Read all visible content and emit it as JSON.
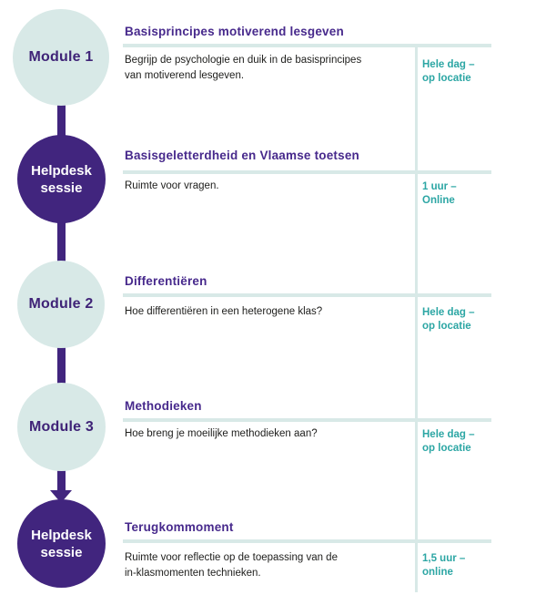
{
  "flow": {
    "nodes": [
      {
        "id": "module-1",
        "type": "module",
        "label": "Module 1"
      },
      {
        "id": "helpdesk-1",
        "type": "helpdesk",
        "line1": "Helpdesk",
        "line2": "sessie"
      },
      {
        "id": "module-2",
        "type": "module",
        "label": "Module 2"
      },
      {
        "id": "module-3",
        "type": "module",
        "label": "Module 3"
      },
      {
        "id": "helpdesk-2",
        "type": "helpdesk",
        "line1": "Helpdesk",
        "line2": "sessie"
      }
    ],
    "arrow_icon": "arrow-down"
  },
  "sections": [
    {
      "title": "Basisprincipes motiverend lesgeven",
      "body_line1": "Begrijp de psychologie en duik in de basisprincipes",
      "body_line2": "van motiverend lesgeven.",
      "meta_line1": "Hele dag –",
      "meta_line2": "op locatie"
    },
    {
      "title": "Basisgeletterdheid en Vlaamse toetsen",
      "body_line1": "Ruimte voor vragen.",
      "body_line2": "",
      "meta_line1": "1 uur –",
      "meta_line2": "Online"
    },
    {
      "title": "Differentiëren",
      "body_line1": "Hoe differentiëren in een heterogene klas?",
      "body_line2": "",
      "meta_line1": "Hele dag –",
      "meta_line2": "op locatie"
    },
    {
      "title": "Methodieken",
      "body_line1": "Hoe breng je moeilijke methodieken aan?",
      "body_line2": "",
      "meta_line1": "Hele dag –",
      "meta_line2": "op locatie"
    },
    {
      "title": "Terugkommoment",
      "body_line1": "Ruimte voor reflectie op de toepassing van de",
      "body_line2": "in-klasmomenten technieken.",
      "meta_line1": "1,5 uur –",
      "meta_line2": "online"
    }
  ],
  "colors": {
    "purple_dark": "#41257e",
    "purple_title": "#47298c",
    "mint": "#d8e9e7",
    "teal": "#2ca6a4",
    "body_text": "#1d1d1b"
  }
}
